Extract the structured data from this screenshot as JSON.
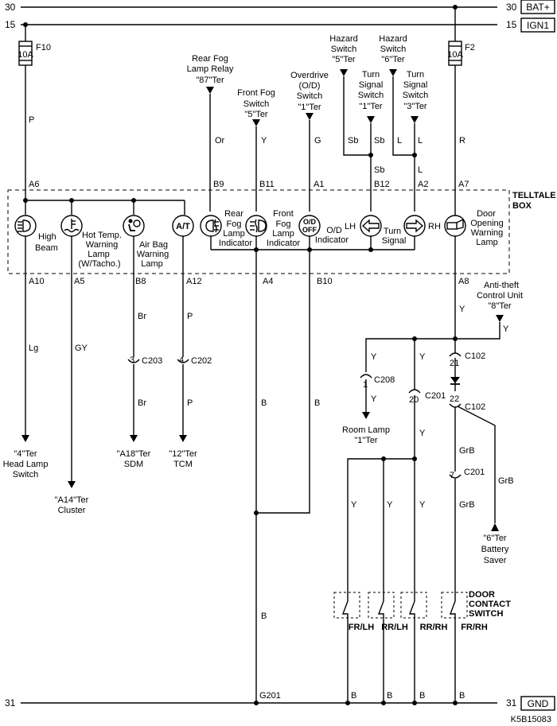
{
  "rails": {
    "bat_num": "30",
    "bat_label": "BAT+",
    "ign_num": "15",
    "ign_label": "IGN1",
    "gnd_num": "31",
    "gnd_label": "GND"
  },
  "fuses": {
    "f10": "F10",
    "f10_rating": "10A",
    "f2": "F2",
    "f2_rating": "10A"
  },
  "wire_colors": {
    "p": "P",
    "or": "Or",
    "y": "Y",
    "g": "G",
    "sb": "Sb",
    "l": "L",
    "r": "R",
    "lg": "Lg",
    "gy": "GY",
    "br": "Br",
    "b": "B",
    "grb": "GrB"
  },
  "sources": {
    "rear_fog_relay": [
      "Rear Fog",
      "Lamp Relay",
      "\"87\"Ter"
    ],
    "front_fog_switch": [
      "Front Fog",
      "Switch",
      "\"5\"Ter"
    ],
    "overdrive_switch": [
      "Overdrive",
      "(O/D)",
      "Switch",
      "\"1\"Ter"
    ],
    "hazard_5": [
      "Hazard",
      "Switch",
      "\"5\"Ter"
    ],
    "hazard_6": [
      "Hazard",
      "Switch",
      "\"6\"Ter"
    ],
    "turn_1": [
      "Turn",
      "Signal",
      "Switch",
      "\"1\"Ter"
    ],
    "turn_3": [
      "Turn",
      "Signal",
      "Switch",
      "\"3\"Ter"
    ],
    "antitheft": [
      "Anti-theft",
      "Control Unit",
      "\"8\"Ter"
    ]
  },
  "telltale": {
    "title": [
      "TELLTALE",
      "BOX"
    ],
    "pins_top": {
      "a6": "A6",
      "b9": "B9",
      "b11": "B11",
      "a1": "A1",
      "b12": "B12",
      "a2": "A2",
      "a7": "A7"
    },
    "pins_bottom": {
      "a10": "A10",
      "a5": "A5",
      "b8": "B8",
      "a12": "A12",
      "a4": "A4",
      "b10": "B10",
      "a8": "A8"
    },
    "lamps": {
      "high_beam": [
        "High",
        "Beam"
      ],
      "hot_temp": [
        "Hot Temp.",
        "Warning",
        "Lamp",
        "(W/Tacho.)"
      ],
      "air_bag": [
        "Air Bag",
        "Warning",
        "Lamp"
      ],
      "at_symbol": "A/T",
      "rear_fog": [
        "Rear",
        "Fog",
        "Lamp",
        "Indicator"
      ],
      "front_fog": [
        "Front",
        "Fog",
        "Lamp",
        "Indicator"
      ],
      "od_symbol_top": "O/D",
      "od_symbol_bottom": "OFF",
      "od": [
        "O/D",
        "Indicator"
      ],
      "lh": "LH",
      "rh": "RH",
      "turn": [
        "Turn",
        "Signal"
      ],
      "door": [
        "Door",
        "Opening",
        "Warning",
        "Lamp"
      ]
    }
  },
  "connectors": {
    "c203": "C203",
    "c203_pin": "3",
    "c202": "C202",
    "c202_pin": "4",
    "c208": "C208",
    "c208_pin": "1",
    "c201": "C201",
    "c201_pin": "20",
    "c102": "C102",
    "c102_pin_a": "21",
    "c102_pin_b": "22",
    "c201_b": "C201",
    "c201_b_pin": "7"
  },
  "destinations": {
    "head_lamp": [
      "\"4\"Ter",
      "Head Lamp",
      "Switch"
    ],
    "cluster": [
      "\"A14\"Ter",
      "Cluster"
    ],
    "sdm": [
      "\"A18\"Ter",
      "SDM"
    ],
    "tcm": [
      "\"12\"Ter",
      "TCM"
    ],
    "room_lamp": [
      "Room Lamp",
      "\"1\"Ter"
    ],
    "battery_saver": [
      "\"6\"Ter",
      "Battery",
      "Saver"
    ]
  },
  "door_switch": {
    "title": [
      "DOOR",
      "CONTACT",
      "SWITCH"
    ],
    "fr_lh": "FR/LH",
    "rr_lh": "RR/LH",
    "rr_rh": "RR/RH",
    "fr_rh": "FR/RH"
  },
  "ground": "G201",
  "code": "K5B15083"
}
